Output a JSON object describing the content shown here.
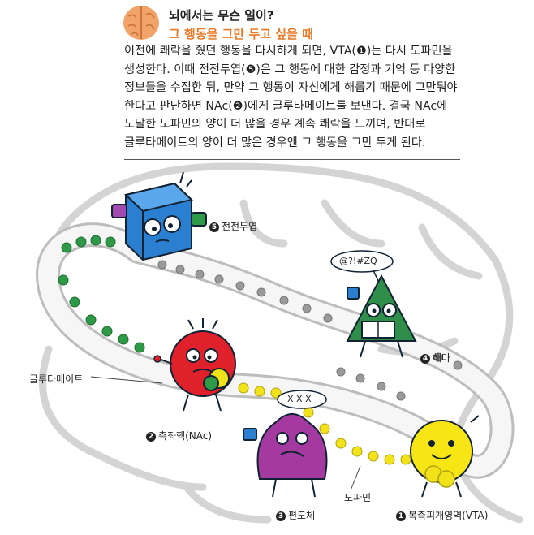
{
  "header": {
    "title": "뇌에서는 무슨 일이?",
    "subtitle": "그 행동을 그만 두고 싶을 때"
  },
  "body_lines": [
    "이전에 쾌락을 줬던 행동을 다시하게 되면, VTA(❶)는 다시 도파민을",
    "생성한다. 이때 전전두엽(❺)은 그 행동에 대한 감정과 기억 등 다양한",
    "정보들을 수집한 뒤, 만약 그 행동이 자신에게 해롭기 때문에 그만둬야",
    "한다고 판단하면 NAc(❷)에게 글루타메이트를 보낸다. 결국 NAc에",
    "도달한 도파민의 양이 더 많을 경우 계속 쾌락을 느끼며, 반대로",
    "글루타메이트의 양이 더 많은 경우엔 그 행동을 그만 두게 된다."
  ],
  "labels": {
    "prefrontal": {
      "num": "5",
      "text": "전전두엽"
    },
    "hippocampus": {
      "num": "4",
      "text": "해마"
    },
    "nac": {
      "num": "2",
      "text": "측좌핵(NAc)"
    },
    "amygdala": {
      "num": "3",
      "text": "편도체"
    },
    "vta": {
      "num": "1",
      "text": "복측피개영역(VTA)"
    },
    "glutamate": "글루타메이트",
    "dopamine": "도파민"
  },
  "bubbles": {
    "hippocampus": "@?!#ZQ",
    "amygdala": "X X X"
  },
  "colors": {
    "subtitle": "#e87a2a",
    "glutamate_dot": "#2e9a48",
    "dopamine_dot": "#f2e21a",
    "prefrontal_char": "#2a7fd0",
    "hippocampus_char": "#2f8f4a",
    "nac_char": "#e0202a",
    "amygdala_char": "#a43aa0",
    "vta_char": "#f7e514"
  }
}
